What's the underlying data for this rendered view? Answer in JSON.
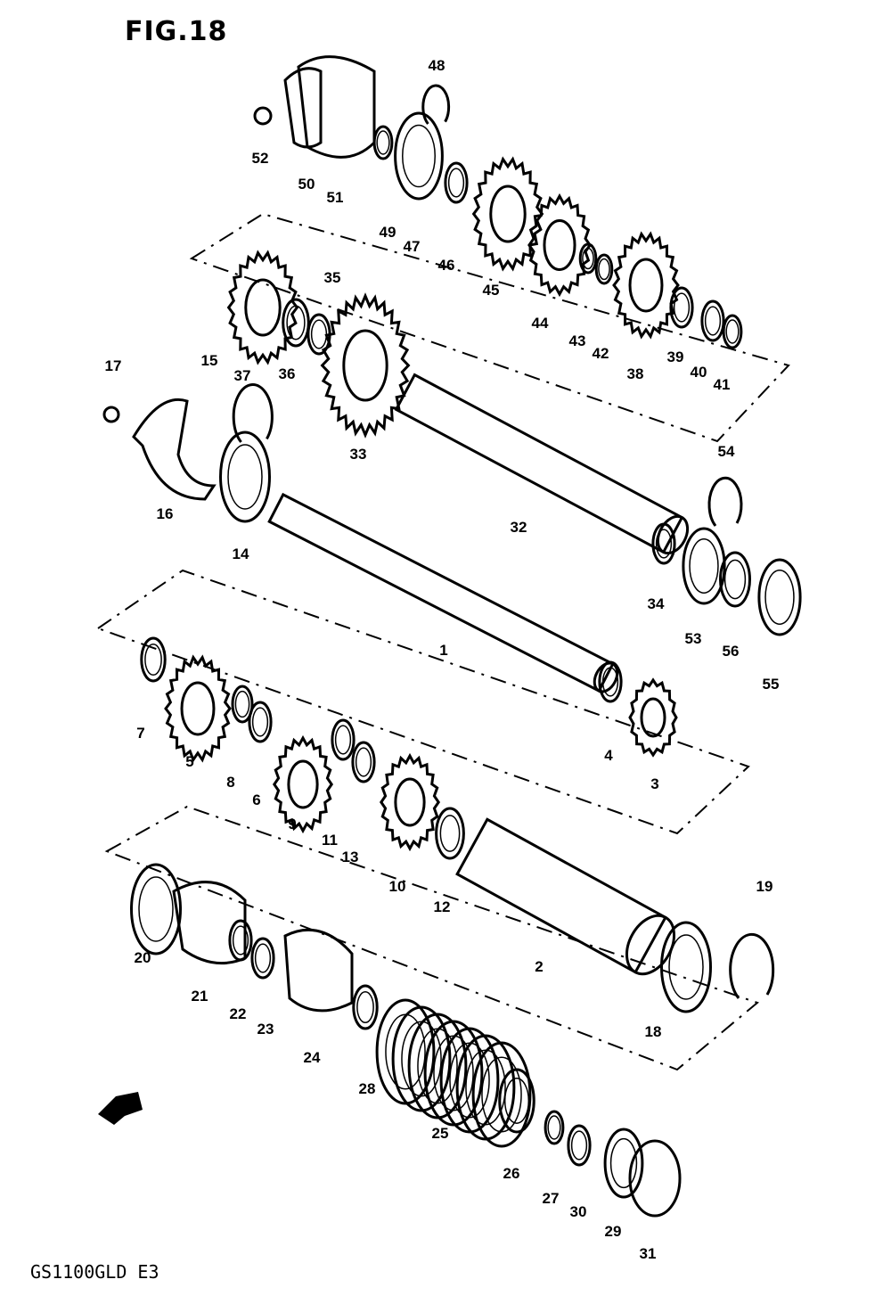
{
  "figure": {
    "title": "FIG.18",
    "model_code": "GS1100GLD E3"
  },
  "callouts": [
    {
      "id": "c1",
      "text": "1"
    },
    {
      "id": "c2",
      "text": "2"
    },
    {
      "id": "c3",
      "text": "3"
    },
    {
      "id": "c4",
      "text": "4"
    },
    {
      "id": "c5",
      "text": "5"
    },
    {
      "id": "c6",
      "text": "6"
    },
    {
      "id": "c7",
      "text": "7"
    },
    {
      "id": "c8",
      "text": "8"
    },
    {
      "id": "c9",
      "text": "9"
    },
    {
      "id": "c10",
      "text": "10"
    },
    {
      "id": "c11",
      "text": "11"
    },
    {
      "id": "c12",
      "text": "12"
    },
    {
      "id": "c13",
      "text": "13"
    },
    {
      "id": "c14",
      "text": "14"
    },
    {
      "id": "c15",
      "text": "15"
    },
    {
      "id": "c16",
      "text": "16"
    },
    {
      "id": "c17",
      "text": "17"
    },
    {
      "id": "c18",
      "text": "18"
    },
    {
      "id": "c19",
      "text": "19"
    },
    {
      "id": "c20",
      "text": "20"
    },
    {
      "id": "c21",
      "text": "21"
    },
    {
      "id": "c22",
      "text": "22"
    },
    {
      "id": "c23",
      "text": "23"
    },
    {
      "id": "c24",
      "text": "24"
    },
    {
      "id": "c25",
      "text": "25"
    },
    {
      "id": "c26",
      "text": "26"
    },
    {
      "id": "c27",
      "text": "27"
    },
    {
      "id": "c28",
      "text": "28"
    },
    {
      "id": "c29",
      "text": "29"
    },
    {
      "id": "c30",
      "text": "30"
    },
    {
      "id": "c31",
      "text": "31"
    },
    {
      "id": "c32",
      "text": "32"
    },
    {
      "id": "c33",
      "text": "33"
    },
    {
      "id": "c34",
      "text": "34"
    },
    {
      "id": "c35",
      "text": "35"
    },
    {
      "id": "c36",
      "text": "36"
    },
    {
      "id": "c37",
      "text": "37"
    },
    {
      "id": "c38",
      "text": "38"
    },
    {
      "id": "c39",
      "text": "39"
    },
    {
      "id": "c40",
      "text": "40"
    },
    {
      "id": "c41",
      "text": "41"
    },
    {
      "id": "c42",
      "text": "42"
    },
    {
      "id": "c43",
      "text": "43"
    },
    {
      "id": "c44",
      "text": "44"
    },
    {
      "id": "c45",
      "text": "45"
    },
    {
      "id": "c46",
      "text": "46"
    },
    {
      "id": "c47",
      "text": "47"
    },
    {
      "id": "c48",
      "text": "48"
    },
    {
      "id": "c49",
      "text": "49"
    },
    {
      "id": "c50",
      "text": "50"
    },
    {
      "id": "c51",
      "text": "51"
    },
    {
      "id": "c52",
      "text": "52"
    },
    {
      "id": "c53",
      "text": "53"
    },
    {
      "id": "c54",
      "text": "54"
    },
    {
      "id": "c55",
      "text": "55"
    },
    {
      "id": "c56",
      "text": "56"
    }
  ],
  "icons": {
    "front_arrow": "front-direction-arrow-icon"
  }
}
